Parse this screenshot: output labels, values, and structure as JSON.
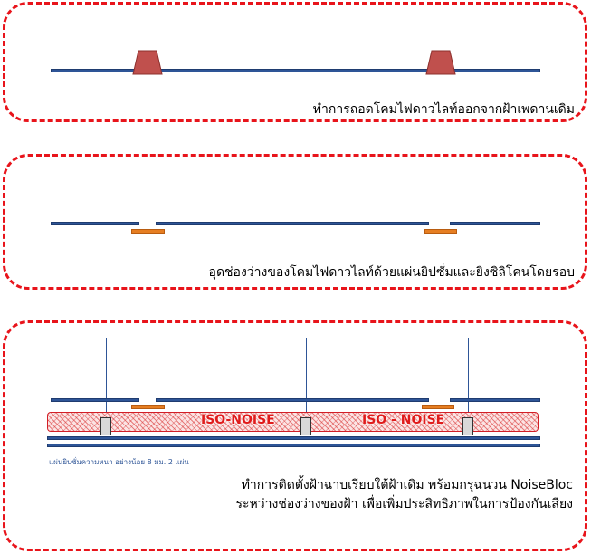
{
  "steps": [
    {
      "caption": "ทำการถอดโคมไฟดาวไลท์ออกจากฝ้าเพดานเดิม"
    },
    {
      "caption": "อุดช่องว่างของโคมไฟดาวไลท์ด้วยแผ่นยิปซั่มและยิงซิลิโคนโดยรอบ"
    },
    {
      "caption_line1": "ทำการติดตั้งฝ้าฉาบเรียบใต้ฝ้าเดิม พร้อมกรุฉนวน NoiseBloc",
      "caption_line2": "ระหว่างช่องว่างของฝ้า เพื่อเพิ่มประสิทธิภาพในการป้องกันเสียง",
      "insulation_label_1": "ISO-NOISE",
      "insulation_label_2": "ISO - NOISE",
      "note": "แผ่นยิปซั่มความหนา อย่างน้อย 8 มม. 2 แผ่น"
    }
  ],
  "colors": {
    "panel_border": "#e8141b",
    "ceiling": "#2e5597",
    "downlight": "#c0504d",
    "patch": "#e67e22",
    "insulation": "#d21e26"
  }
}
